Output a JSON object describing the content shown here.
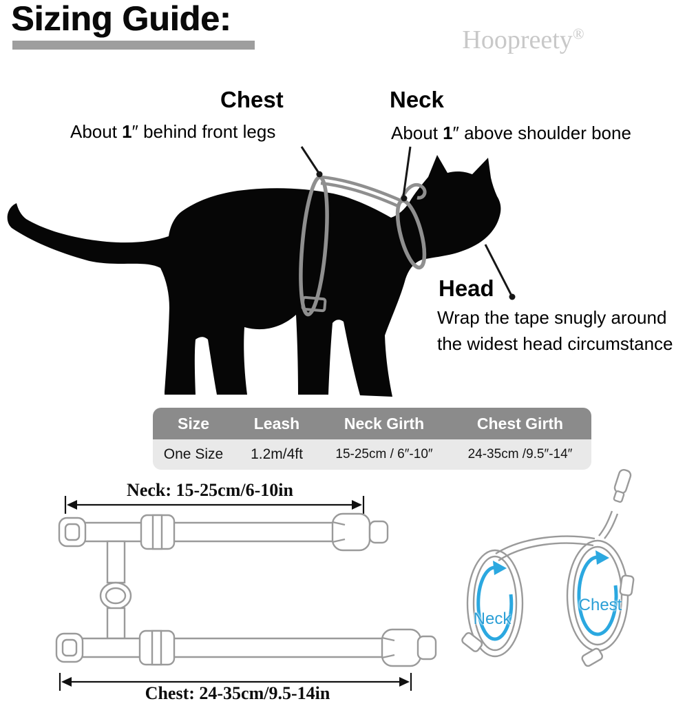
{
  "header": {
    "title": "Sizing Guide:",
    "brand": "Hoopreety",
    "brand_mark": "®"
  },
  "callouts": {
    "chest": {
      "title": "Chest",
      "pre": "About ",
      "bold": "1",
      "post": "″ behind front legs"
    },
    "neck": {
      "title": "Neck",
      "pre": "About ",
      "bold": "1",
      "post": "″ above shoulder bone"
    },
    "head": {
      "title": "Head",
      "line1": "Wrap the tape snugly around",
      "line2": "the widest head circumstance"
    }
  },
  "size_table": {
    "headers": [
      "Size",
      "Leash",
      "Neck Girth",
      "Chest Girth"
    ],
    "row": [
      "One Size",
      "1.2m/4ft",
      "15-25cm / 6″-10″",
      "24-35cm /9.5″-14″"
    ]
  },
  "flat_harness": {
    "neck_measure": "Neck: 15-25cm/6-10in",
    "chest_measure": "Chest: 24-35cm/9.5-14in"
  },
  "worn_harness": {
    "neck_label": "Neck",
    "chest_label": "Chest"
  },
  "colors": {
    "accent_blue": "#2b9fd6",
    "strap_gray": "#8f8f8f",
    "outline_gray": "#9a9a9a",
    "table_header_bg": "#8b8b8b",
    "table_body_bg": "#e9e9e9",
    "title_underline": "#9e9e9e",
    "watermark": "#c8c8c8",
    "silhouette": "#060606"
  }
}
